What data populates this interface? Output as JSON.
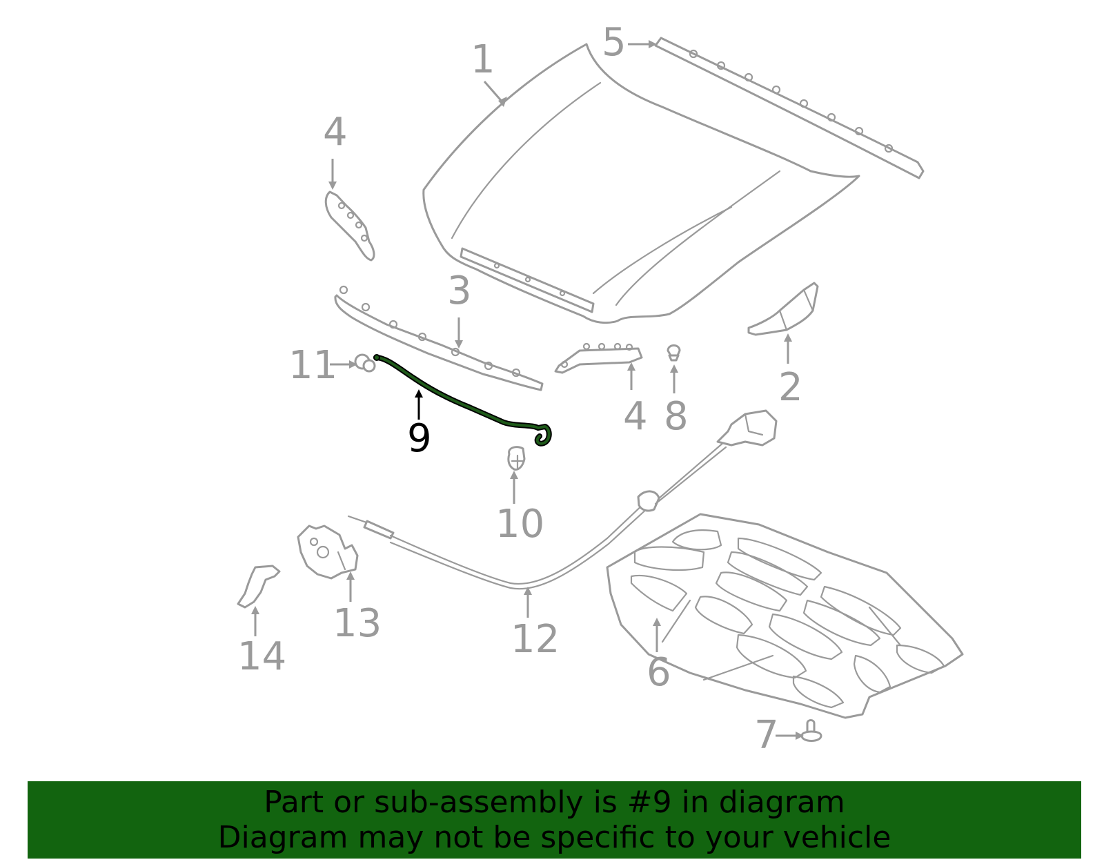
{
  "diagram": {
    "highlighted_part": "9",
    "colors": {
      "part_stroke": "#9a9a9a",
      "highlight_fill": "#1f5a1a",
      "banner_bg": "#12640f",
      "text_dark": "#000000"
    },
    "labels": {
      "l1": "1",
      "l2": "2",
      "l3": "3",
      "l4a": "4",
      "l4b": "4",
      "l5": "5",
      "l6": "6",
      "l7": "7",
      "l8": "8",
      "l9": "9",
      "l10": "10",
      "l11": "11",
      "l12": "12",
      "l13": "13",
      "l14": "14"
    }
  },
  "banner": {
    "line1": "Part or sub-assembly is #9 in diagram",
    "line2": "Diagram may not be specific to your vehicle"
  }
}
